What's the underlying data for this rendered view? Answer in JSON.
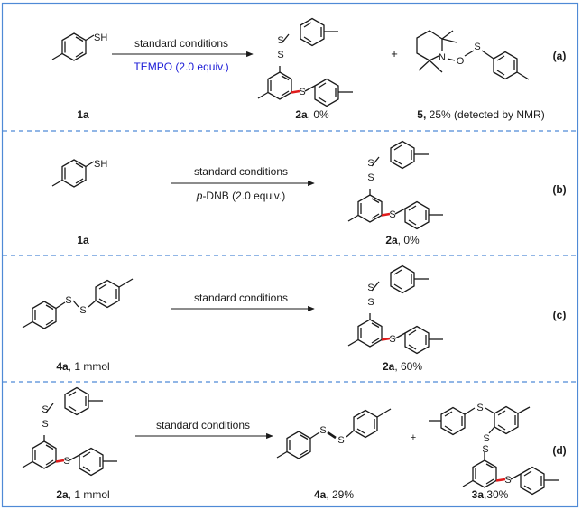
{
  "frame_color": "#4f8ad6",
  "bond_color": "#1a1a1a",
  "highlight_color": "#e01b1b",
  "reagent_color": "#1a1ad6",
  "atoms": {
    "sulfur": "S",
    "thiol": "SH",
    "nitrogen": "N",
    "oxygen": "O"
  },
  "panels": [
    {
      "tag": "(a)",
      "substrate": {
        "num": "1a",
        "rest": ""
      },
      "arrow_top": "standard conditions",
      "arrow_bottom": "TEMPO (2.0 equiv.)",
      "plus": "+",
      "product1": {
        "num": "2a",
        "rest": ", 0%"
      },
      "product2": {
        "num": "5,",
        "rest": " 25% (detected by NMR)"
      }
    },
    {
      "tag": "(b)",
      "substrate": {
        "num": "1a",
        "rest": ""
      },
      "arrow_top": "standard conditions",
      "arrow_bottom_italic": "p",
      "arrow_bottom": "-DNB (2.0 equiv.)",
      "product1": {
        "num": "2a",
        "rest": ", 0%"
      }
    },
    {
      "tag": "(c)",
      "substrate": {
        "num": "4a",
        "rest": ", 1 mmol"
      },
      "arrow_top": "standard conditions",
      "product1": {
        "num": "2a",
        "rest": ", 60%"
      }
    },
    {
      "tag": "(d)",
      "substrate": {
        "num": "2a",
        "rest": ", 1 mmol"
      },
      "arrow_top": "standard conditions",
      "plus": "+",
      "product1": {
        "num": "4a",
        "rest": ", 29%"
      },
      "product2": {
        "num": "3a",
        "rest": ",30%"
      }
    }
  ]
}
